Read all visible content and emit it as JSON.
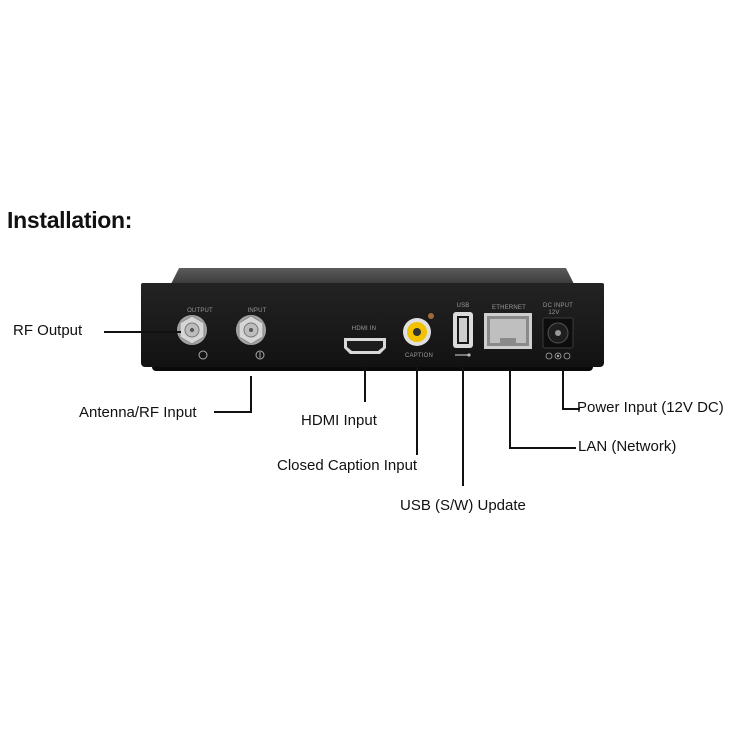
{
  "title": "Installation:",
  "callouts": {
    "rf_output": "RF Output",
    "antenna_rf_input": "Antenna/RF Input",
    "hdmi_input": "HDMI Input",
    "closed_caption_input": "Closed Caption Input",
    "usb_update": "USB (S/W) Update",
    "lan": "LAN (Network)",
    "power_input": "Power Input (12V DC)"
  },
  "panel_labels": {
    "output": "OUTPUT",
    "input": "INPUT",
    "hdmi_in": "HDMI IN",
    "caption": "CAPTION",
    "usb": "USB",
    "ethernet": "ETHERNET",
    "dc_input": "DC INPUT",
    "dc_voltage": "12V"
  },
  "colors": {
    "device_body": "#1a1a1a",
    "callout_line": "#111111",
    "rca_yellow": "#f2c200"
  }
}
